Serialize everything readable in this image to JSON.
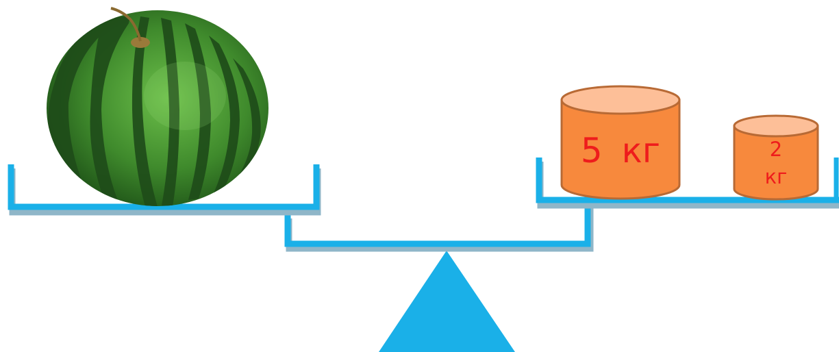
{
  "colors": {
    "scale_blue": "#1ab0e8",
    "scale_shadow": "#8fb6c8",
    "weight_orange": "#f7893d",
    "weight_top": "#fdbf98",
    "weight_edge": "#b86a35",
    "label_red": "#ee1c1c",
    "watermelon_dark": "#1f4d1a",
    "watermelon_light": "#4f9a38"
  },
  "left_pan": {
    "item": "watermelon"
  },
  "right_pan": {
    "weights": [
      {
        "value": "5",
        "unit": "кг"
      },
      {
        "value": "2",
        "unit": "кг"
      }
    ]
  }
}
